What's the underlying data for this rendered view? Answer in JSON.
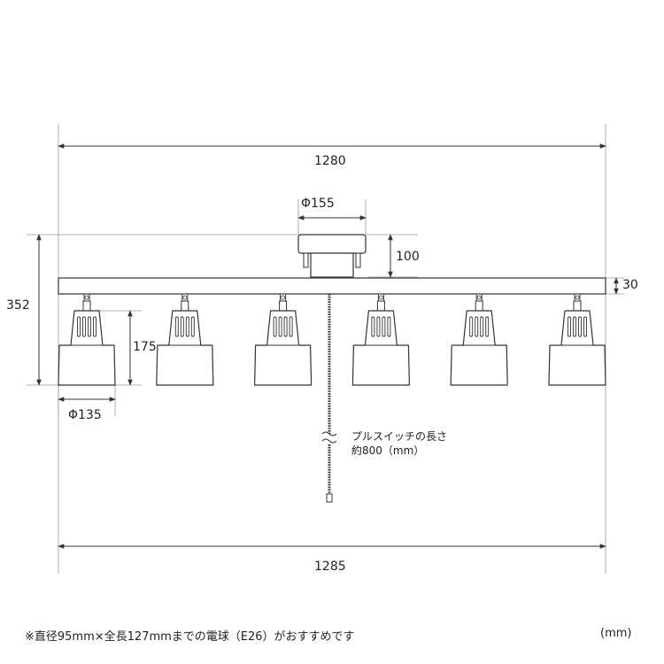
{
  "dimensions": {
    "top_width": "1280",
    "bottom_width": "1285",
    "base_diameter": "Φ155",
    "base_height": "100",
    "bar_thickness": "30",
    "total_height": "352",
    "shade_height": "175",
    "shade_diameter": "Φ135"
  },
  "cord_note": {
    "line1": "プルスイッチの長さ",
    "line2": "約800（mm）"
  },
  "footer": {
    "bulb_note": "※直径95mm×全長127mmまでの電球（E26）がおすすめです",
    "unit": "(mm)"
  },
  "colors": {
    "line": "#333333",
    "guide": "#999999",
    "text": "#222222"
  },
  "lamp_count": 6
}
